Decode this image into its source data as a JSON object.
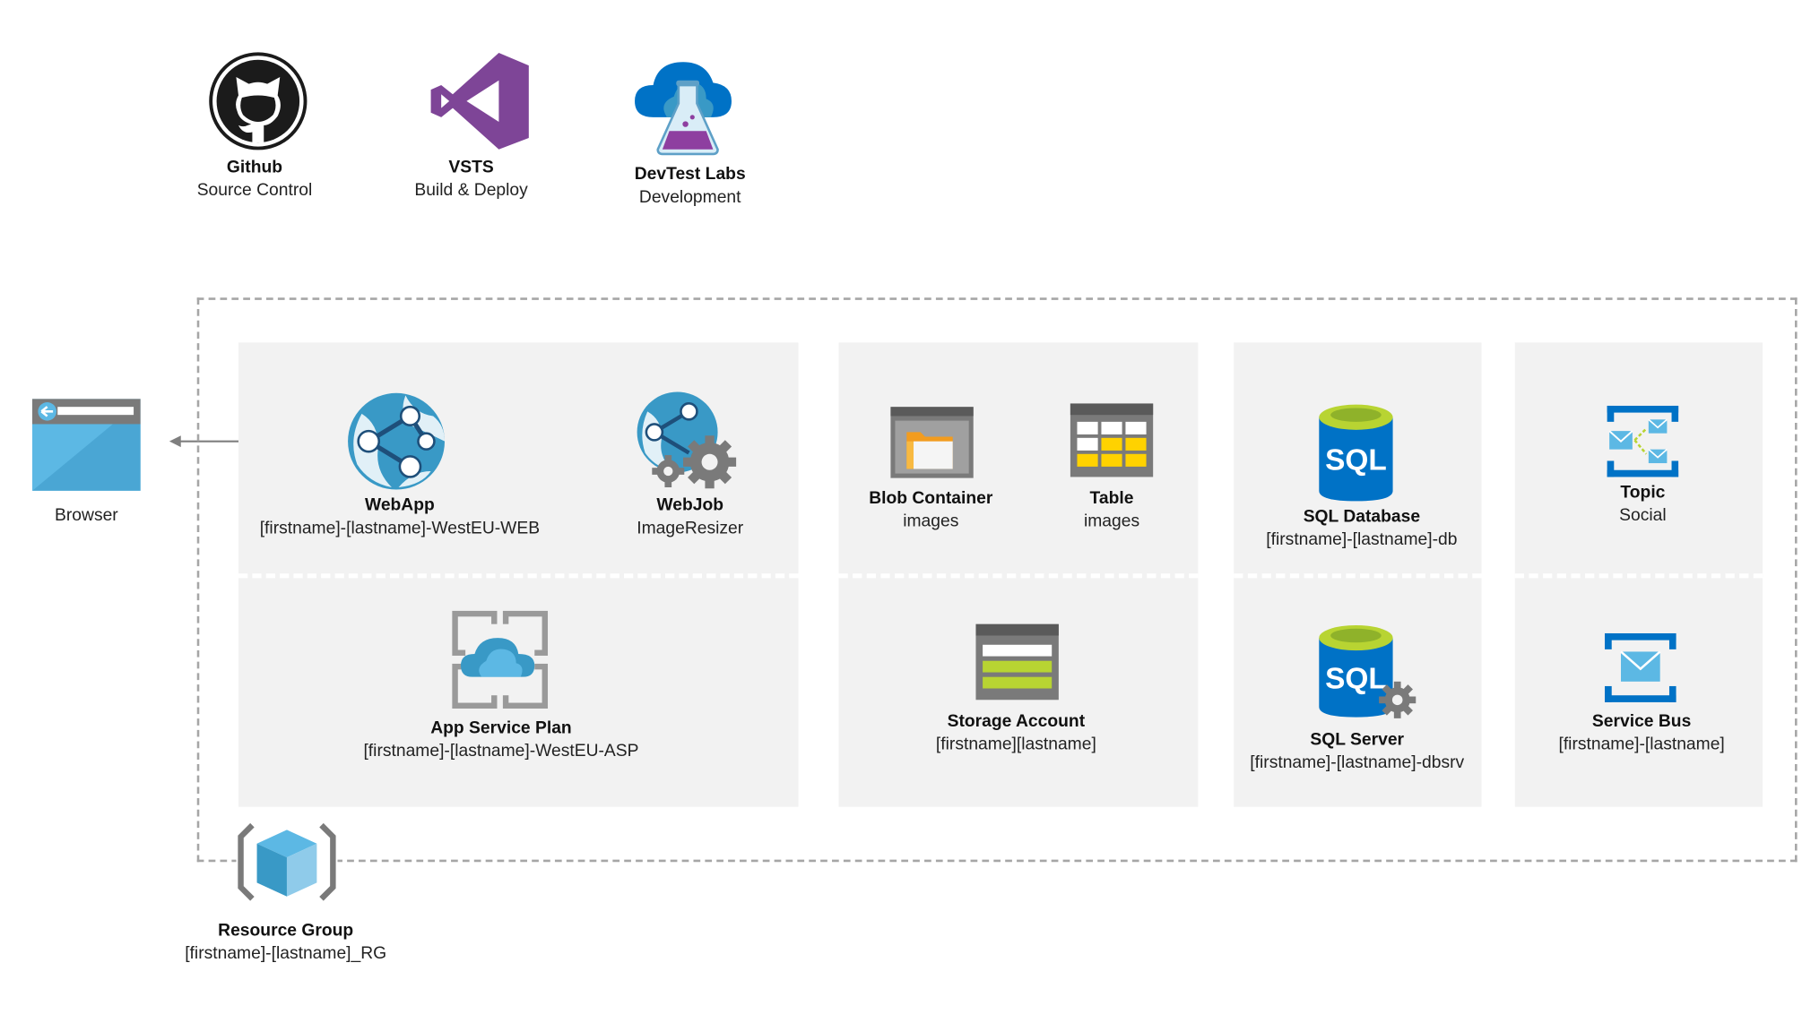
{
  "tools": [
    {
      "title": "Github",
      "subtitle": "Source Control",
      "icon": "github-icon"
    },
    {
      "title": "VSTS",
      "subtitle": "Build & Deploy",
      "icon": "vsts-icon"
    },
    {
      "title": "DevTest Labs",
      "subtitle": "Development",
      "icon": "devtest-labs-icon"
    }
  ],
  "browser": {
    "label": "Browser",
    "icon": "browser-icon"
  },
  "resources": {
    "webapp": {
      "title": "WebApp",
      "subtitle": "[firstname]-[lastname]-WestEU-WEB",
      "icon": "webapp-icon"
    },
    "webjob": {
      "title": "WebJob",
      "subtitle": "ImageResizer",
      "icon": "webjob-icon"
    },
    "app_service_plan": {
      "title": "App Service Plan",
      "subtitle": "[firstname]-[lastname]-WestEU-ASP",
      "icon": "app-service-plan-icon"
    },
    "blob_container": {
      "title": "Blob Container",
      "subtitle": "images",
      "icon": "blob-container-icon"
    },
    "table": {
      "title": "Table",
      "subtitle": "images",
      "icon": "table-storage-icon"
    },
    "storage_account": {
      "title": "Storage Account",
      "subtitle": "[firstname][lastname]",
      "icon": "storage-account-icon"
    },
    "sql_database": {
      "title": "SQL Database",
      "subtitle": "[firstname]-[lastname]-db",
      "icon": "sql-database-icon",
      "icon_text": "SQL"
    },
    "sql_server": {
      "title": "SQL Server",
      "subtitle": "[firstname]-[lastname]-dbsrv",
      "icon": "sql-server-icon",
      "icon_text": "SQL"
    },
    "topic": {
      "title": "Topic",
      "subtitle": "Social",
      "icon": "topic-icon"
    },
    "service_bus": {
      "title": "Service Bus",
      "subtitle": "[firstname]-[lastname]",
      "icon": "service-bus-icon"
    }
  },
  "resource_group": {
    "title": "Resource Group",
    "subtitle": "[firstname]-[lastname]_RG",
    "icon": "resource-group-icon"
  },
  "colors": {
    "azure_blue": "#3999c6",
    "azure_dark_blue": "#0072c6",
    "panel_gray": "#f2f2f2",
    "vsts_purple": "#68217a",
    "sql_green": "#b8d432",
    "table_yellow": "#ffd200",
    "storage_green": "#b8d432"
  }
}
